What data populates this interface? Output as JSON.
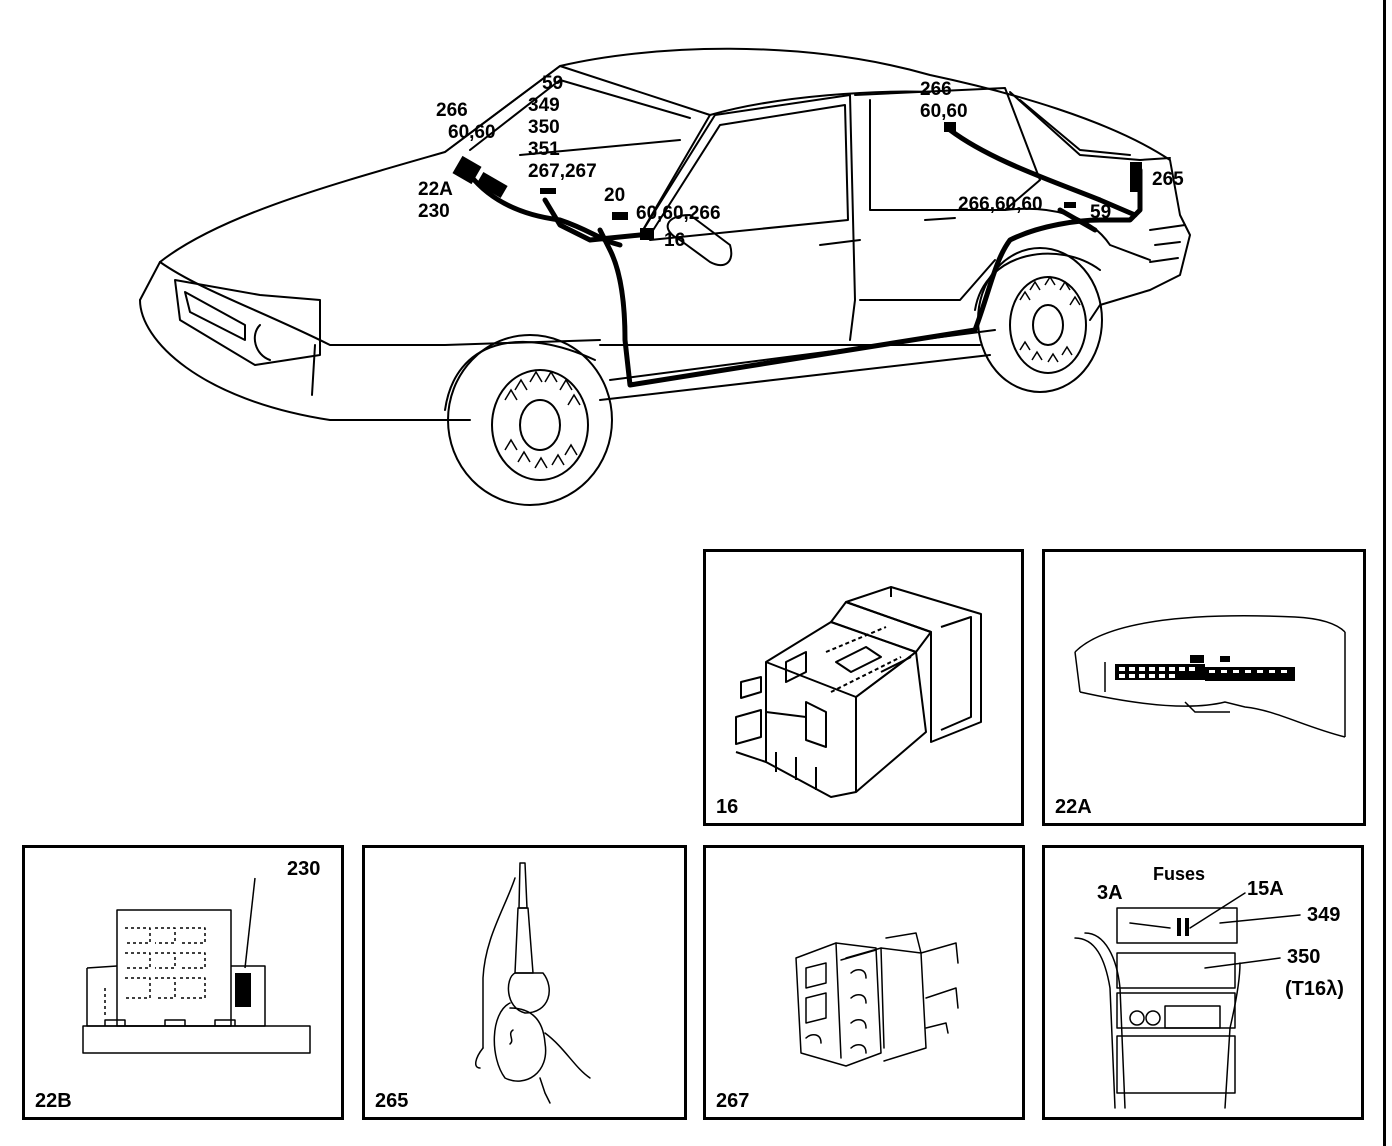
{
  "overview": {
    "callouts": {
      "c266_front": "266",
      "c6060_front": "60,60",
      "c59": "59",
      "c349": "349",
      "c350": "350",
      "c351": "351",
      "c267": "267,267",
      "c22a": "22A",
      "c230": "230",
      "c20": "20",
      "c6060266": "60,60,266",
      "c16": "16",
      "c266_rear": "266",
      "c6060_rear": "60,60",
      "c265": "265",
      "c2666060": "266,60,60",
      "c59_rear": "59"
    }
  },
  "panels": {
    "p16": {
      "label": "16"
    },
    "p22a": {
      "label": "22A"
    },
    "p22b": {
      "label": "22B",
      "callout": "230"
    },
    "p265": {
      "label": "265"
    },
    "p267": {
      "label": "267"
    },
    "pfuses": {
      "title": "Fuses",
      "fuse_3a": "3A",
      "fuse_15a": "15A",
      "c349": "349",
      "c350": "350",
      "c350_note": "(T16λ)"
    }
  }
}
